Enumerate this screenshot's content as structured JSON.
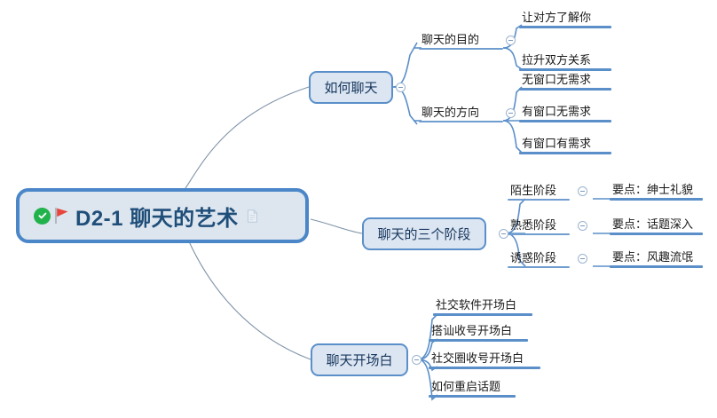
{
  "app": {
    "type": "mind-map",
    "background": "#ffffff"
  },
  "colors": {
    "root_border": "#4a86c8",
    "root_fill": "#dde5ef",
    "root_text": "#1f4e79",
    "branch_border": "#5b8fc9",
    "branch_fill": "#dce6f2",
    "branch_text": "#17365d",
    "leaf_underline": "#5b8fc9",
    "leaf_text": "#1a1a1a",
    "connector": "#7f93a8",
    "check_icon": "#22b24c",
    "flag_icon": "#e8453c"
  },
  "root": {
    "title": "D2-1 聊天的艺术",
    "icons": {
      "check": "check-circle-icon",
      "flag": "red-flag-icon",
      "note": "note-attachment-icon"
    }
  },
  "branches": [
    {
      "label": "如何聊天",
      "toggle": "collapse-toggle",
      "children": [
        {
          "label": "聊天的目的",
          "toggle": "collapse-toggle",
          "children": [
            {
              "label": "让对方了解你"
            },
            {
              "label": "拉升双方关系"
            }
          ]
        },
        {
          "label": "聊天的方向",
          "toggle": "collapse-toggle",
          "children": [
            {
              "label": "无窗口无需求"
            },
            {
              "label": "有窗口无需求"
            },
            {
              "label": "有窗口有需求"
            }
          ]
        }
      ]
    },
    {
      "label": "聊天的三个阶段",
      "toggle": "collapse-toggle",
      "children": [
        {
          "label": "陌生阶段",
          "toggle": "collapse-toggle",
          "children": [
            {
              "label": "要点：绅士礼貌"
            }
          ]
        },
        {
          "label": "熟悉阶段",
          "toggle": "collapse-toggle",
          "children": [
            {
              "label": "要点：话题深入"
            }
          ]
        },
        {
          "label": "诱惑阶段",
          "toggle": "collapse-toggle",
          "children": [
            {
              "label": "要点：风趣流氓"
            }
          ]
        }
      ]
    },
    {
      "label": "聊天开场白",
      "toggle": "collapse-toggle",
      "children": [
        {
          "label": "社交软件开场白"
        },
        {
          "label": "搭讪收号开场白"
        },
        {
          "label": "社交圈收号开场白"
        },
        {
          "label": "如何重启话题"
        }
      ]
    }
  ]
}
